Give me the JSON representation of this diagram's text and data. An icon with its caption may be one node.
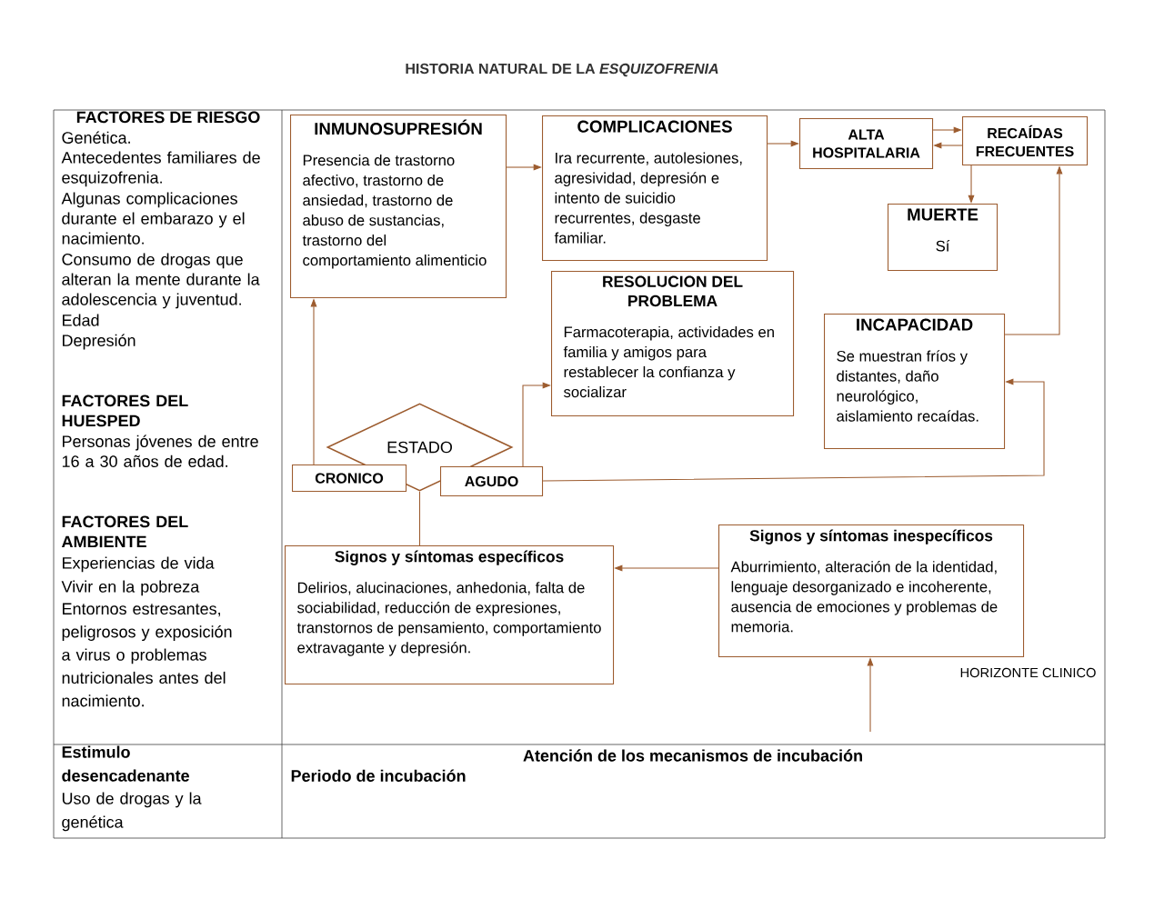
{
  "diagram": {
    "title": "HISTORIA NATURAL DE LA *ESQUIZOFRENIA*",
    "nodes": [
      {
        "text": [
          "INMUNOSUPRESIÓN",
          "Presencia de trastorno afectivo, trastorno de ansiedad, trastorno de abuso de sustancias, trastorno del comportamiento alimenticio"
        ]
      },
      {
        "text": [
          "COMPLICACIONES",
          "Ira recurrente, autolesiones, agresividad, depresión e intento de suicidio recurrentes, desgaste familiar."
        ]
      },
      {
        "text": [
          "ALTA HOSPITALARIA"
        ]
      },
      {
        "text": [
          "RECAÍDAS FRECUENTES"
        ]
      },
      {
        "text": [
          "MUERTE",
          "Sí"
        ]
      },
      {
        "text": [
          "RESOLUCION DEL PROBLEMA",
          "Farmacoterapia, actividades en familia y amigos para restablecer la confianza y socializar"
        ]
      },
      {
        "text": [
          "INCAPACIDAD",
          "Se muestran fríos y distantes, daño neurológico, aislamiento recaídas."
        ]
      },
      {
        "text": [
          "ESTADO"
        ]
      },
      {
        "text": [
          "CRONICO"
        ]
      },
      {
        "text": [
          "AGUDO"
        ]
      },
      {
        "text": [
          "Signos y síntomas específicos",
          "Delirios, alucinaciones, anhedonia, falta de sociabilidad, reducción de expresiones, transtornos de pensamiento, comportamiento extravagante y depresión."
        ]
      },
      {
        "text": [
          "Signos y síntomas inespecíficos",
          "Aburrimiento, alteración de la identidad, lenguaje desorganizado e incoherente, ausencia de emociones y problemas de memoria."
        ]
      }
    ],
    "edges": [
      {
        "from": 0,
        "to": 1,
        "arrow": "to"
      },
      {
        "from": 1,
        "to": 2,
        "arrow": "to"
      },
      {
        "from": 2,
        "to": 3,
        "arrow": "to"
      },
      {
        "from": 3,
        "to": 2,
        "arrow": "to"
      },
      {
        "from": 3,
        "to": 4,
        "arrow": "to"
      },
      {
        "from": 6,
        "to": 3,
        "arrow": "to"
      },
      {
        "from": 8,
        "to": 0,
        "arrow": "to"
      },
      {
        "from": 9,
        "to": 5,
        "arrow": "to"
      },
      {
        "from": 9,
        "to": 6,
        "arrow": "to"
      },
      {
        "from": 7,
        "to": 10,
        "arrow": "none"
      },
      {
        "from": 11,
        "to": 10,
        "arrow": "to"
      },
      {
        "from": null,
        "to": 11,
        "arrow": "to"
      }
    ],
    "labels": [
      "FACTORES DE RIESGO",
      "Genética.",
      "Antecedentes familiares de esquizofrenia.",
      "Algunas complicaciones durante el embarazo y el nacimiento.",
      "Consumo de drogas que alteran la mente durante la adolescencia y juventud.",
      "Edad",
      "Depresión",
      "FACTORES DEL HUESPED",
      "Personas jóvenes de entre 16 a 30 años de edad.",
      "FACTORES DEL AMBIENTE",
      "Experiencias de vida",
      "Vivir en la pobreza",
      "Entornos estresantes, peligrosos y exposición a virus o problemas nutricionales antes del nacimiento.",
      "HORIZONTE CLINICO",
      "Estimulo desencadenante",
      "Uso de drogas y la genética",
      "Atención de los mecanismos de incubación",
      "Periodo de incubación"
    ]
  }
}
